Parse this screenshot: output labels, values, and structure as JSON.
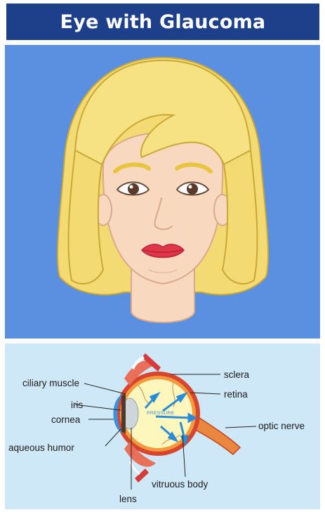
{
  "title": "Eye with Glaucoma",
  "colors": {
    "title_bg": "#1e3f8a",
    "portrait_bg": "#5b8fe0",
    "panel_bg": "#cfe8f8",
    "hair": "#f3da72",
    "skin": "#f9d8c0",
    "lips": "#e0364a",
    "sclera": "#d8452d",
    "vitreous": "#fdf7bd",
    "arrows": "#2c8bd6"
  },
  "icons": [
    "woman-face-illustration",
    "eye-cross-section-illustration"
  ],
  "labels": {
    "ciliary_muscle": "ciliary muscle",
    "iris": "iris",
    "cornea": "cornea",
    "aqueous_humor": "aqueous humor",
    "lens": "lens",
    "sclera": "sclera",
    "retina": "retina",
    "optic_nerve": "optic nerve",
    "vitreous_body": "vitruous body",
    "pressure": "PRESSURE"
  }
}
